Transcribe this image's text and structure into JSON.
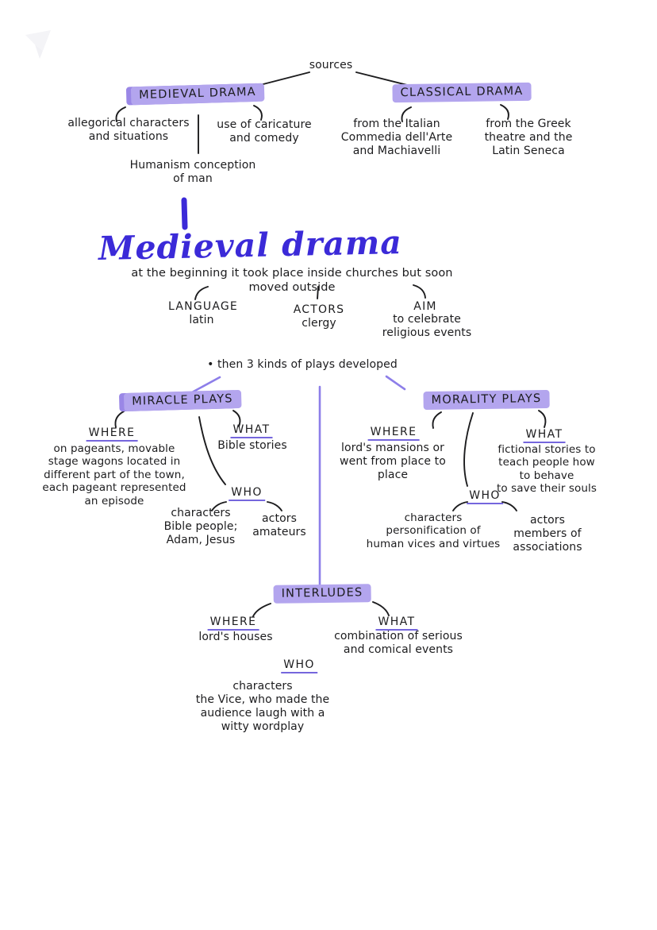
{
  "colors": {
    "highlight": "#b3a5ee",
    "highlight_edge": "#9a87e6",
    "title": "#3b2ad8",
    "connector": "#8d7ee9",
    "underline": "#7566dd",
    "ink": "#1c1c1e",
    "paper": "#ffffff"
  },
  "icons": {
    "watermark": "faint-logo-mark"
  },
  "sources_map": {
    "root": "sources",
    "branches": [
      {
        "heading": "MEDIEVAL DRAMA",
        "notes": [
          "allegorical characters\nand situations",
          "use of caricature\nand comedy"
        ],
        "footnote": "Humanism conception\nof man"
      },
      {
        "heading": "CLASSICAL DRAMA",
        "notes": [
          "from the Italian\nCommedia dell'Arte\nand Machiavelli",
          "from the Greek\ntheatre and the\nLatin Seneca"
        ]
      }
    ]
  },
  "main": {
    "title": "Medieval drama",
    "intro": "at the beginning it took place inside churches but soon moved outside",
    "aspects": [
      {
        "label": "LANGUAGE",
        "value": "latin"
      },
      {
        "label": "ACTORS",
        "value": "clergy"
      },
      {
        "label": "AIM",
        "value": "to celebrate\nreligious events"
      }
    ],
    "bullet": "•  then 3 kinds of plays developed"
  },
  "plays": [
    {
      "heading": "MIRACLE PLAYS",
      "where_label": "WHERE",
      "where": "on pageants, movable\nstage wagons located in\ndifferent part of the town,\neach pageant represented\nan episode",
      "what_label": "WHAT",
      "what": "Bible stories",
      "who_label": "WHO",
      "who_characters": "characters\nBible people;\nAdam, Jesus",
      "who_actors": "actors\namateurs"
    },
    {
      "heading": "MORALITY PLAYS",
      "where_label": "WHERE",
      "where": "lord's mansions or\nwent from place to\nplace",
      "what_label": "WHAT",
      "what": "fictional stories to\nteach people how to behave\nto save their souls",
      "who_label": "WHO",
      "who_characters": "characters\npersonification of\nhuman vices and virtues",
      "who_actors": "actors\nmembers of\nassociations"
    },
    {
      "heading": "INTERLUDES",
      "where_label": "WHERE",
      "where": "lord's houses",
      "what_label": "WHAT",
      "what": "combination of serious\nand comical events",
      "who_label": "WHO",
      "who_characters": "characters\nthe Vice, who made the\naudience laugh with a\nwitty wordplay"
    }
  ]
}
